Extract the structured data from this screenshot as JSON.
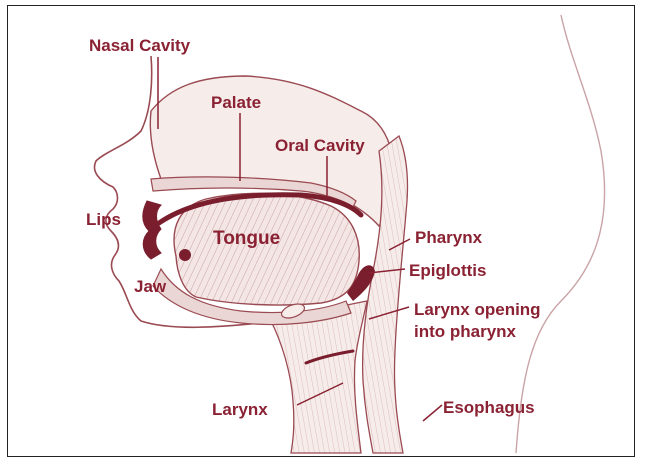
{
  "labels": {
    "nasal_cavity": "Nasal Cavity",
    "palate": "Palate",
    "oral_cavity": "Oral Cavity",
    "lips": "Lips",
    "tongue": "Tongue",
    "jaw": "Jaw",
    "pharynx": "Pharynx",
    "epiglottis": "Epiglottis",
    "larynx_opening_line1": "Larynx opening",
    "larynx_opening_line2": "into pharynx",
    "larynx": "Larynx",
    "esophagus": "Esophagus"
  },
  "colors": {
    "label": "#8a2233",
    "outline": "#9a4a52",
    "fill": "#f1e4e2",
    "dark": "#7a1e2e",
    "frame": "#222222"
  }
}
